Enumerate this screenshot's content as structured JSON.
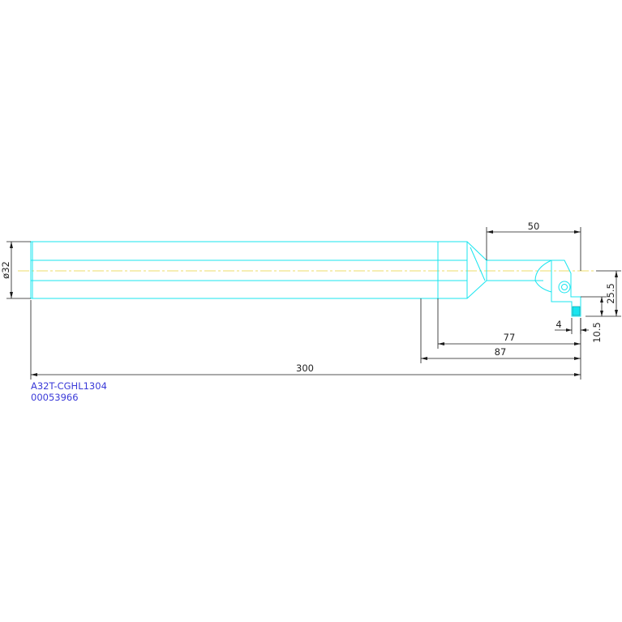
{
  "drawing": {
    "part_number": "A32T-CGHL1304",
    "drawing_number": "00053966",
    "colors": {
      "outline": "#19e5ef",
      "dimension": "#1a1a1a",
      "centerline": "#e6d23a",
      "title": "#3a3ad8"
    },
    "dimensions": {
      "shank_diameter": "ø32",
      "overall_length": "300",
      "length_87": "87",
      "length_77": "77",
      "head_length": "50",
      "offset_25_5": "25.5",
      "offset_10_5": "10.5",
      "tip_4": "4"
    }
  }
}
